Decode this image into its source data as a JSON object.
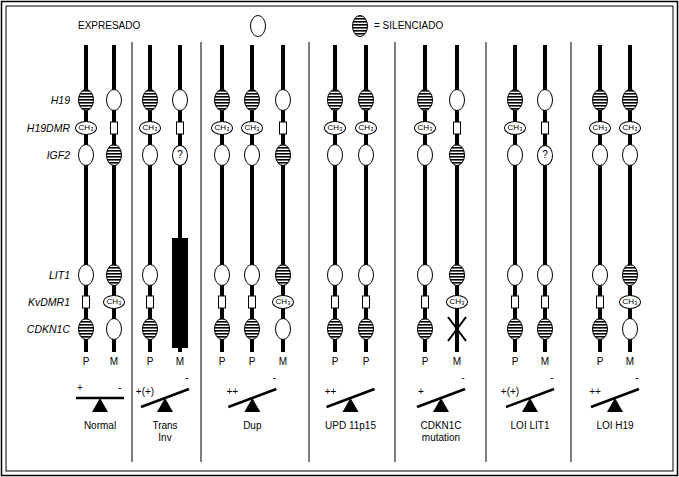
{
  "diagram": {
    "nodes": [
      {
        "text": [
          "CH₃"
        ]
      },
      {
        "text": [
          "CH₃"
        ]
      },
      {
        "text": [
          "CH₃"
        ]
      },
      {
        "text": [
          "CH₃"
        ]
      },
      {
        "text": [
          "CH₃"
        ]
      },
      {
        "text": [
          "CH₃"
        ]
      },
      {
        "text": [
          "CH₃"
        ]
      },
      {
        "text": [
          "CH₃"
        ]
      },
      {
        "text": [
          "CH₃"
        ]
      },
      {
        "text": [
          "CH₃"
        ]
      },
      {
        "text": [
          "?"
        ]
      },
      {
        "text": [
          "?"
        ]
      },
      {
        "text": [
          "CH₃"
        ]
      },
      {
        "text": [
          "CH₃"
        ]
      },
      {
        "text": [
          "CH₃"
        ]
      },
      {
        "text": [
          "CH₃"
        ]
      }
    ],
    "labels": [
      "H19",
      "H19DMR",
      "IGF2",
      "LIT1",
      "KvDMR1",
      "CDKN1C",
      "P",
      "M",
      "+",
      "-",
      "Normal",
      "P",
      "M",
      "+(+)",
      "-",
      "Trans Inv",
      "P",
      "P",
      "M",
      "++",
      "-",
      "Dup",
      "P",
      "P",
      "++",
      "UPD 11p15",
      "P",
      "M",
      "+",
      "-",
      "CDKN1C mutation",
      "P",
      "M",
      "+(+)",
      "-",
      "LOI LIT1",
      "P",
      "M",
      "++",
      "-",
      "LOI H19"
    ],
    "legend": [
      {
        "text": "EXPRESADO"
      },
      {
        "text": "= SILENCIADO"
      }
    ]
  }
}
